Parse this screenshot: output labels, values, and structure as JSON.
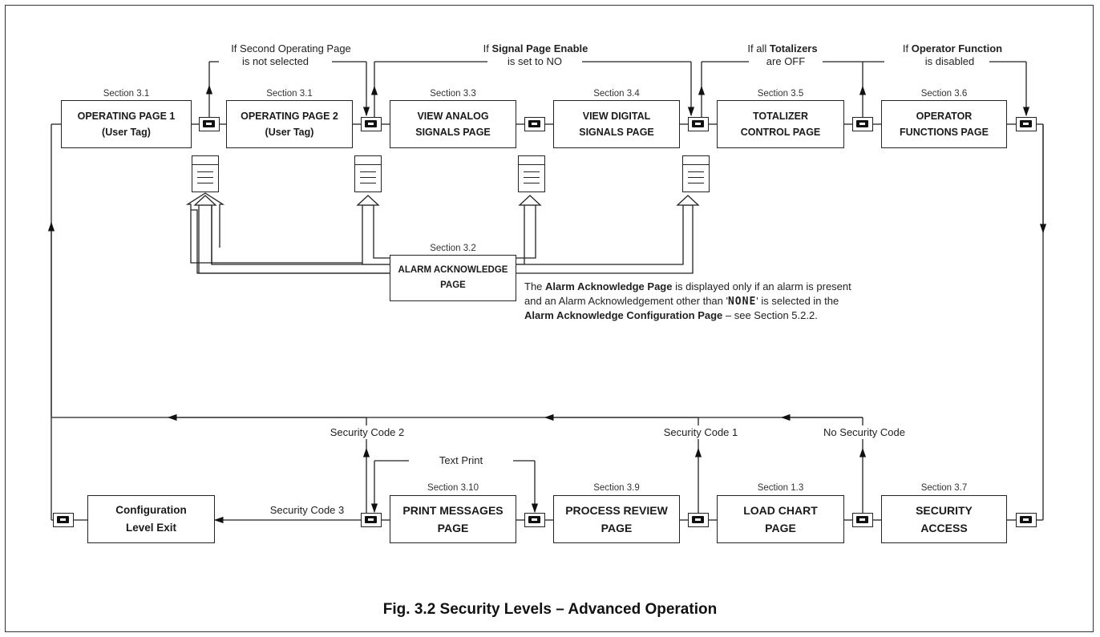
{
  "caption": "Fig. 3.2 Security Levels – Advanced Operation",
  "top_row": [
    {
      "section": "Section 3.1",
      "label": "OPERATING PAGE 1\n(User Tag)"
    },
    {
      "section": "Section 3.1",
      "label": "OPERATING PAGE 2\n(User Tag)"
    },
    {
      "section": "Section 3.3",
      "label": "VIEW ANALOG\nSIGNALS PAGE"
    },
    {
      "section": "Section 3.4",
      "label": "VIEW DIGITAL\nSIGNALS PAGE"
    },
    {
      "section": "Section 3.5",
      "label": "TOTALIZER\nCONTROL PAGE"
    },
    {
      "section": "Section 3.6",
      "label": "OPERATOR\nFUNCTIONS PAGE"
    }
  ],
  "alarm_page": {
    "section": "Section 3.2",
    "label": "ALARM ACKNOWLEDGE\nPAGE"
  },
  "bottom_row": [
    {
      "section": "",
      "label": "Configuration\nLevel Exit"
    },
    {
      "section": "Section 3.10",
      "label": "PRINT MESSAGES\nPAGE"
    },
    {
      "section": "Section 3.9",
      "label": "PROCESS REVIEW\nPAGE"
    },
    {
      "section": "Section 1.3",
      "label": "LOAD CHART\nPAGE"
    },
    {
      "section": "Section 3.7",
      "label": "SECURITY\nACCESS"
    }
  ],
  "bypass_conditions": {
    "second_page": {
      "line1": "If Second Operating Page",
      "line2": "is not selected"
    },
    "signal_page": {
      "line1_prefix": "If ",
      "line1_bold": "Signal Page Enable",
      "line2": "is set to NO"
    },
    "totalizers": {
      "line1_prefix": "If all ",
      "line1_bold": "Totalizers",
      "line2": "are OFF"
    },
    "operator": {
      "line1_prefix": "If ",
      "line1_bold": "Operator Function",
      "line2": "is disabled"
    }
  },
  "security_labels": {
    "code2": "Security Code 2",
    "code1": "Security Code 1",
    "none": "No Security Code",
    "code3": "Security Code 3",
    "text_print": "Text Print"
  },
  "alarm_note": {
    "part1": "The ",
    "bold1": "Alarm Acknowledge Page",
    "part2": " is displayed only if an alarm is present and an Alarm Acknowledgement other than '",
    "code": "NONE",
    "part3": "' is selected in the ",
    "bold2": "Alarm Acknowledge Configuration Page",
    "part4": " – see Section 5.2.2."
  },
  "icons": {
    "key": "scroll-key-icon",
    "alarm_list": "alarm-list-icon"
  }
}
